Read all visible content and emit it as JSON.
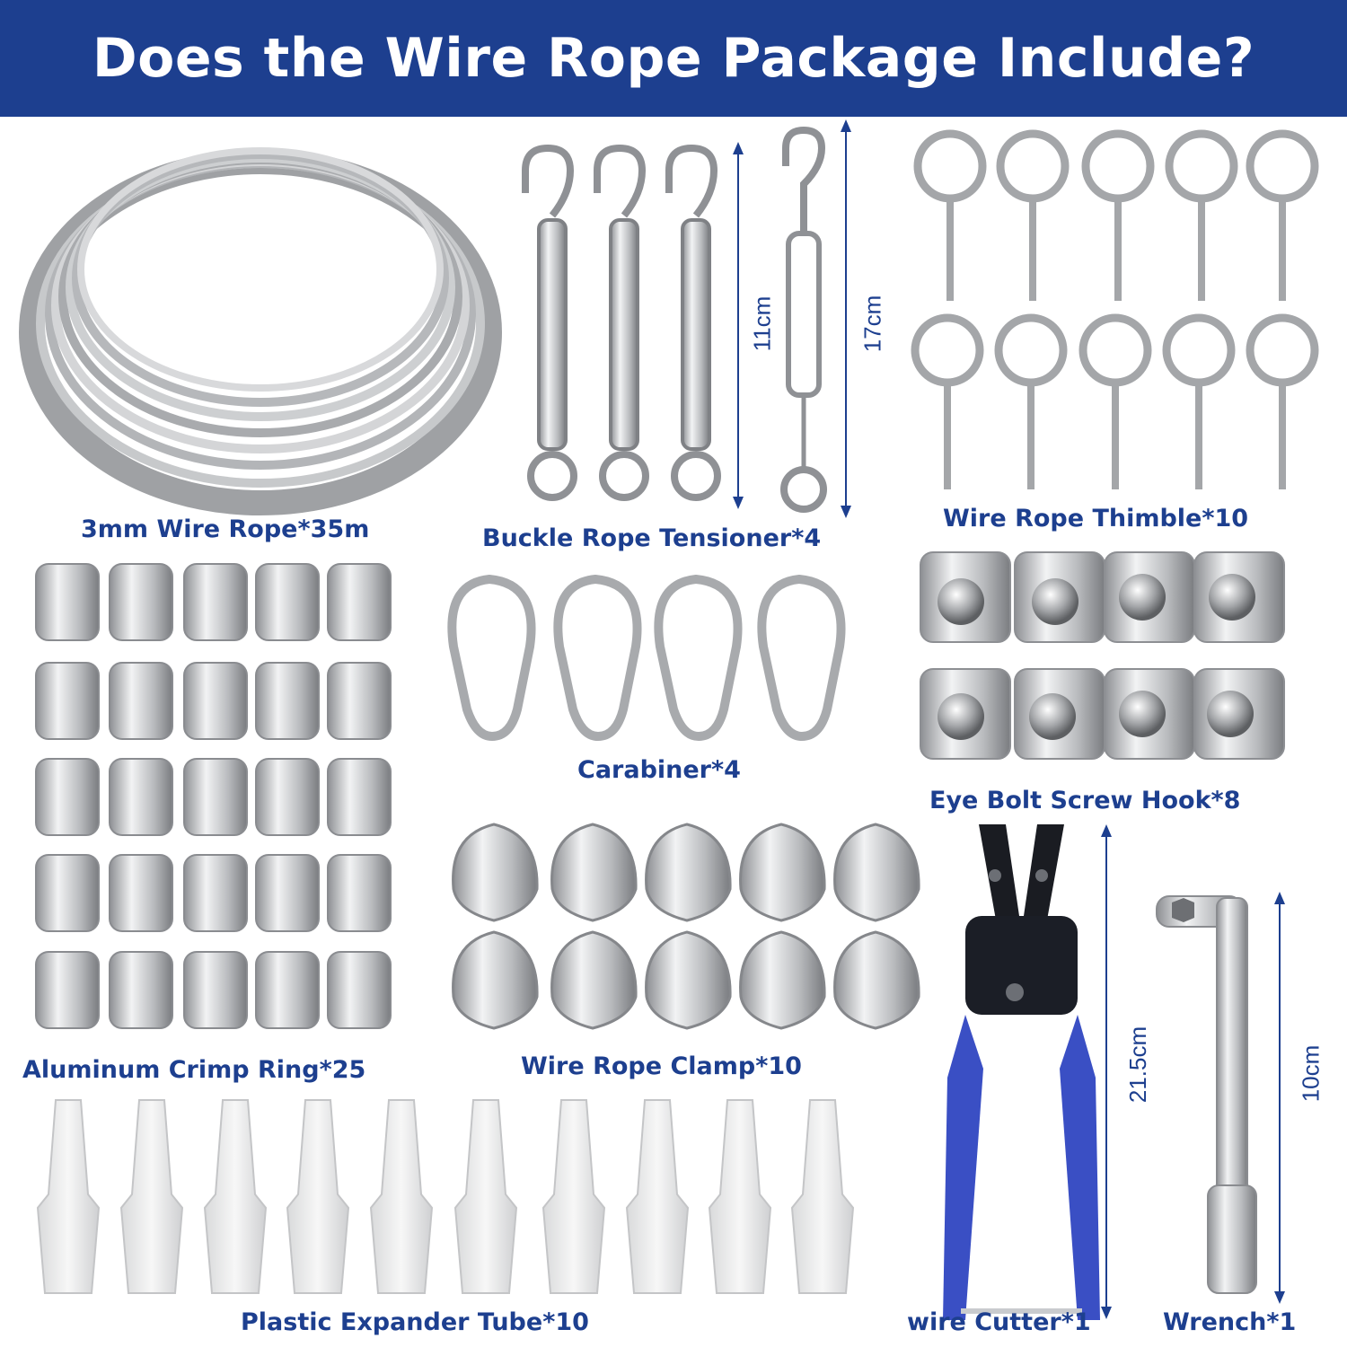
{
  "banner": {
    "title": "Does the Wire Rope Package Include?"
  },
  "items": [
    {
      "label": "3mm Wire Rope*35m"
    },
    {
      "label": "Buckle Rope Tensioner*4"
    },
    {
      "label": "Wire Rope Thimble*10"
    },
    {
      "label": "Carabiner*4"
    },
    {
      "label": "Eye Bolt Screw Hook*8"
    },
    {
      "label": "Aluminum Crimp Ring*25"
    },
    {
      "label": "Wire Rope Clamp*10"
    },
    {
      "label": "Plastic Expander Tube*10"
    },
    {
      "label": "wire Cutter*1"
    },
    {
      "label": "Wrench*1"
    }
  ],
  "dimensions": {
    "tensioner_short": "11cm",
    "tensioner_long": "17cm",
    "cutter": "21.5cm",
    "wrench": "10cm"
  },
  "colors": {
    "banner": "#1d3f8f",
    "text": "#1d3f8f",
    "cutter_handle": "#3a4fc4"
  }
}
